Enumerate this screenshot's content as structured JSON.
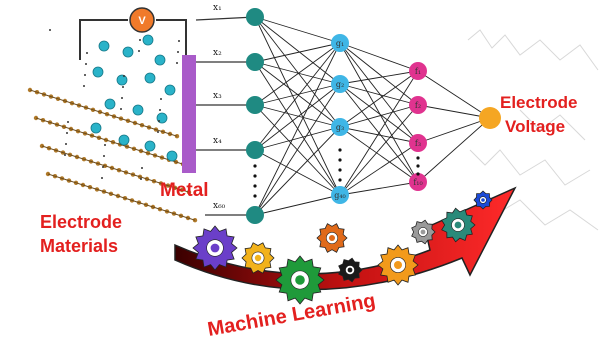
{
  "labels": {
    "voltmeter": "V",
    "metal": "Metal",
    "electrode_materials_line1": "Electrode",
    "electrode_materials_line2": "Materials",
    "output_line1": "Electrode",
    "output_line2": "Voltage",
    "machine_learning": "Machine Learning"
  },
  "inputs": [
    "x₁",
    "x₂",
    "x₃",
    "x₄",
    "x₆₀"
  ],
  "hidden1": [
    "g₁",
    "g₂",
    "g₃",
    "g₄₀"
  ],
  "hidden2": [
    "f₁",
    "f₂",
    "f₃",
    "f₁₀"
  ],
  "colors": {
    "accent_red": "#e3201f",
    "metal_bar": "#a95bc9",
    "input_node": "#1f8a82",
    "hidden1_node": "#3fb6e6",
    "hidden2_node": "#e0338f",
    "output_node": "#f5a623",
    "voltmeter": "#f07a2a"
  },
  "icons": [
    "gear-icon-purple",
    "gear-icon-yellow",
    "gear-icon-green",
    "gear-icon-orange",
    "gear-icon-black",
    "gear-icon-teal",
    "gear-icon-blue"
  ]
}
